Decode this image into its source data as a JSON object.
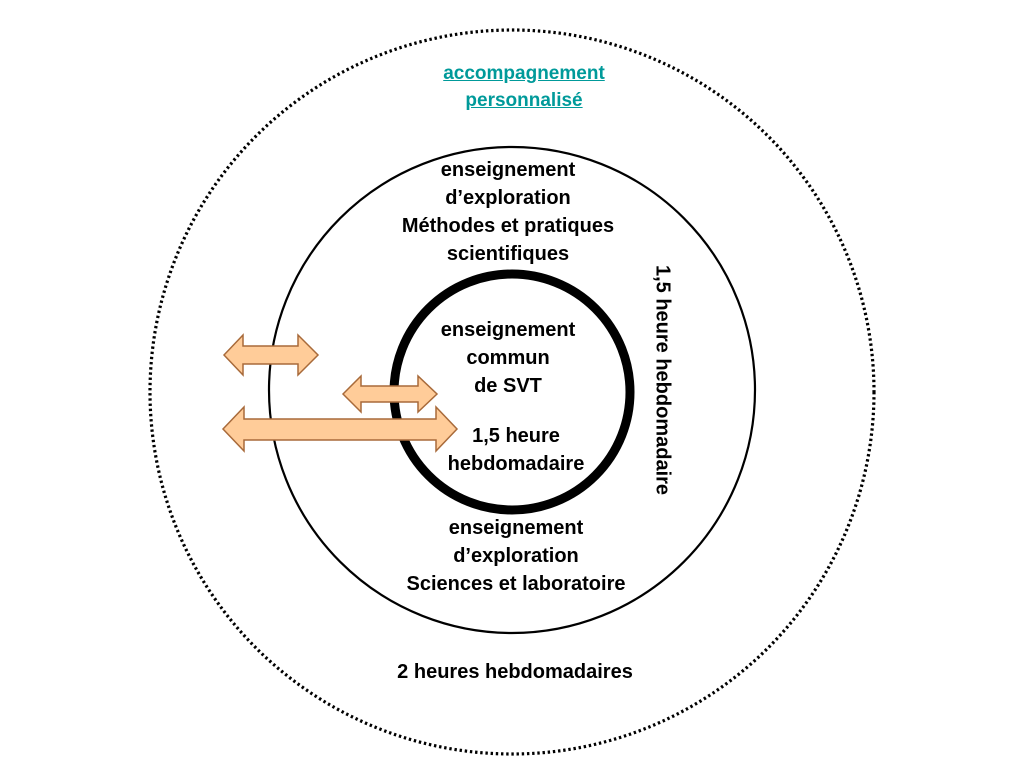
{
  "outer_zone": {
    "title_lines": [
      "accompagnement",
      "personnalisé"
    ],
    "duration": "2 heures hebdomadaires"
  },
  "middle_zone": {
    "top_lines": [
      "enseignement",
      "d’exploration",
      "Méthodes et pratiques",
      "scientifiques"
    ],
    "bottom_lines": [
      "enseignement",
      "d’exploration",
      "Sciences et laboratoire"
    ],
    "duration": "1,5 heure hebdomadaire"
  },
  "inner_zone": {
    "title_lines": [
      "enseignement",
      "commun",
      "de SVT"
    ],
    "duration_lines": [
      "1,5 heure",
      "hebdomadaire"
    ]
  },
  "colors": {
    "arrow_fill": "#ffcc99",
    "arrow_stroke": "#a86a3a",
    "link_text": "#009a9a",
    "circle_stroke": "#000000"
  }
}
